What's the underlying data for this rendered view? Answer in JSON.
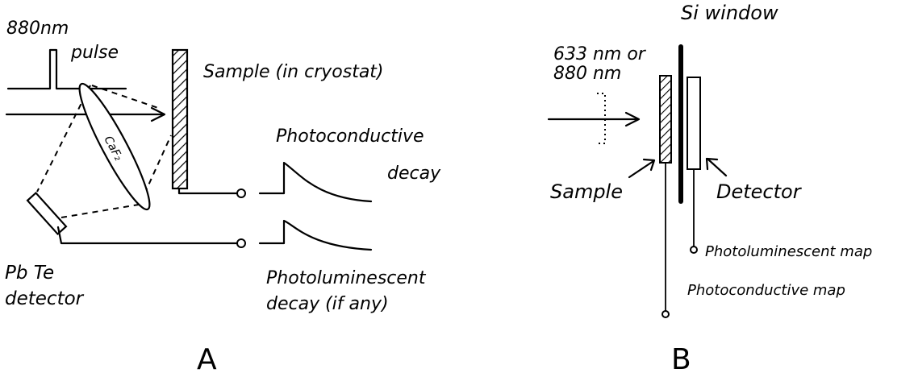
{
  "panel_a": {
    "pulse_label_line1": "880nm",
    "pulse_label_line2": "pulse",
    "sample_label": "Sample (in cryostat)",
    "lens_label": "CaF₂",
    "detector_label_line1": "Pb Te",
    "detector_label_line2": "detector",
    "photoconductive_line1": "Photoconductive",
    "photoconductive_line2": "decay",
    "photoluminescent_line1": "Photoluminescent",
    "photoluminescent_line2": "decay (if any)",
    "panel_letter": "A"
  },
  "panel_b": {
    "source_line1": "633 nm or",
    "source_line2": "880 nm",
    "window_label": "Si window",
    "sample_label": "Sample",
    "detector_label": "Detector",
    "photoluminescent_map_label": "Photoluminescent map",
    "photoconductive_map_label": "Photoconductive map",
    "panel_letter": "B"
  }
}
